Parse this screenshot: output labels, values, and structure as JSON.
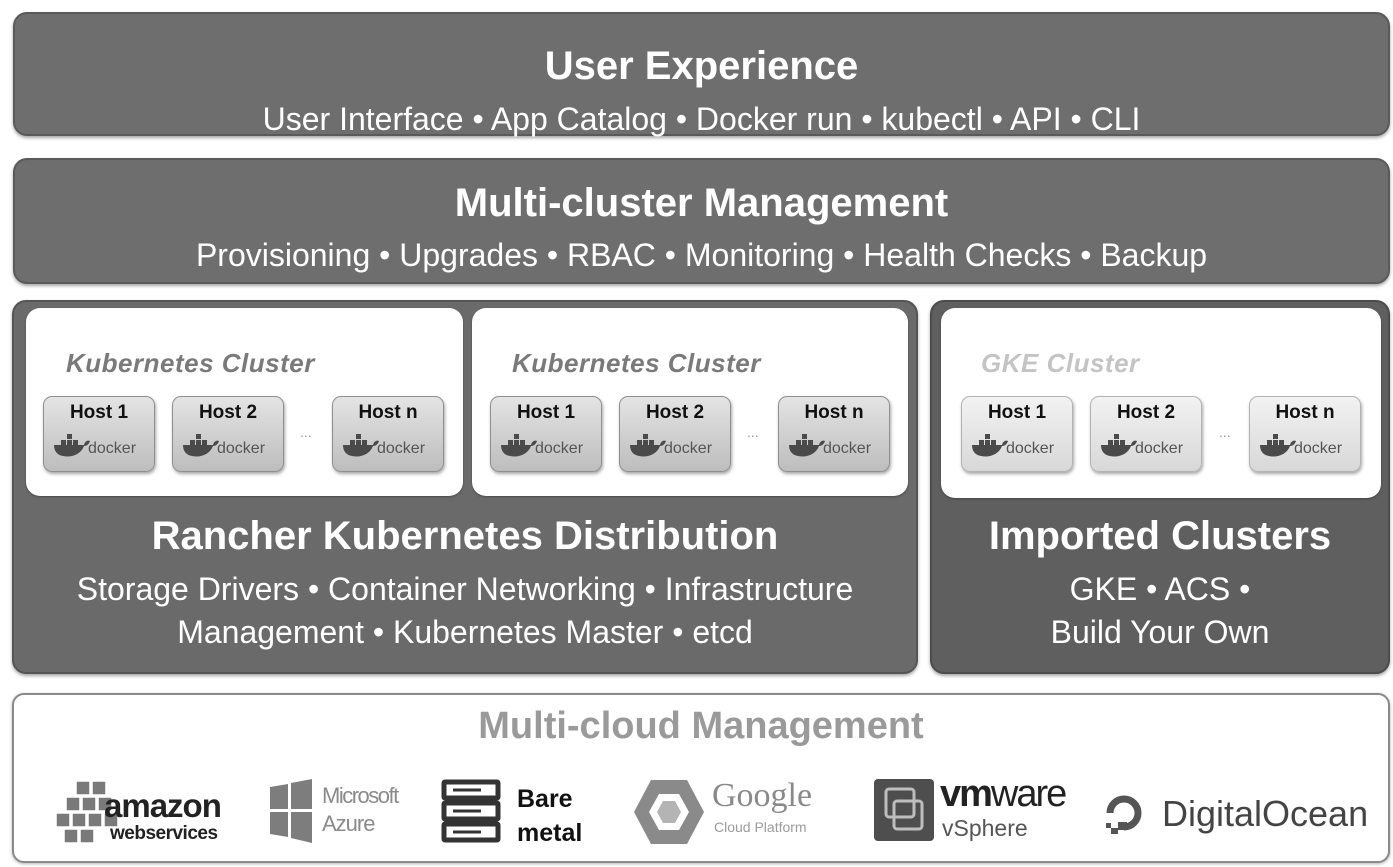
{
  "user_experience": {
    "title": "User Experience",
    "items": "User Interface • App Catalog • Docker run • kubectl • API  • CLI"
  },
  "multi_cluster": {
    "title": "Multi-cluster Management",
    "items": "Provisioning • Upgrades • RBAC • Monitoring • Health Checks • Backup"
  },
  "rke": {
    "title": "Rancher Kubernetes Distribution",
    "line1": "Storage Drivers • Container Networking • Infrastructure",
    "line2": "Management • Kubernetes Master  • etcd",
    "clusters": [
      {
        "name": "Kubernetes Cluster",
        "hosts": [
          "Host 1",
          "Host 2",
          "Host n"
        ]
      },
      {
        "name": "Kubernetes Cluster",
        "hosts": [
          "Host 1",
          "Host 2",
          "Host n"
        ]
      }
    ]
  },
  "imported": {
    "title": "Imported Clusters",
    "line1": "GKE • ACS •",
    "line2": "Build Your Own",
    "cluster": {
      "name": "GKE Cluster",
      "hosts": [
        "Host 1",
        "Host 2",
        "Host n"
      ]
    }
  },
  "host_badge": "docker",
  "ellipsis": "...",
  "multi_cloud": {
    "title": "Multi-cloud Management",
    "providers": {
      "amazon": {
        "word": "amazon",
        "sub": "webservices"
      },
      "azure": {
        "line1": "Microsoft",
        "line2": "Azure"
      },
      "bare": {
        "line1": "Bare",
        "line2": "metal"
      },
      "google": {
        "line1": "Google",
        "line2": "Cloud Platform"
      },
      "vmware": {
        "vm": "vm",
        "ware": "ware",
        "sub": "vSphere"
      },
      "digitalocean": {
        "name": "DigitalOcean"
      }
    }
  },
  "colors": {
    "band": "#6e6e6e",
    "imported": "#5f5f5f",
    "text_light": "#ffffff",
    "muted": "#9a9a9a"
  }
}
